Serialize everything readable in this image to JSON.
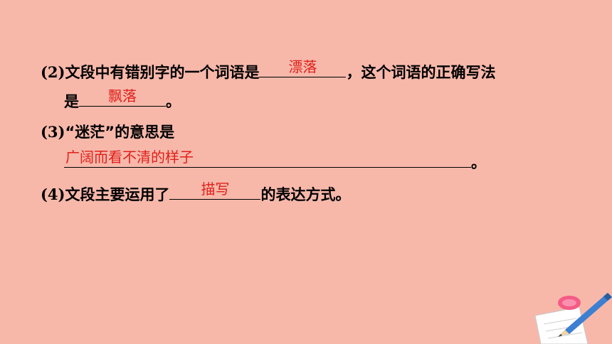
{
  "colors": {
    "background": "#F7B8AA",
    "text": "#000000",
    "answer": "#E0201B"
  },
  "q2": {
    "number": "(2)",
    "text_before": "文段中有错别字的一个词语是",
    "answer_wrong": "漂落",
    "text_middle": "，这个词语的正确写法",
    "text_line2_start": "是",
    "answer_correct": "飘落",
    "text_end": "。"
  },
  "q3": {
    "number": "(3)",
    "text": "“迷茫”的意思是",
    "answer": "广阔而看不清的样子",
    "text_end": "。"
  },
  "q4": {
    "number": "(4)",
    "text_before": "文段主要运用了",
    "answer": "描写",
    "text_after": "的表达方式。"
  },
  "decoration": {
    "icon": "pencil-and-paper-icon"
  }
}
